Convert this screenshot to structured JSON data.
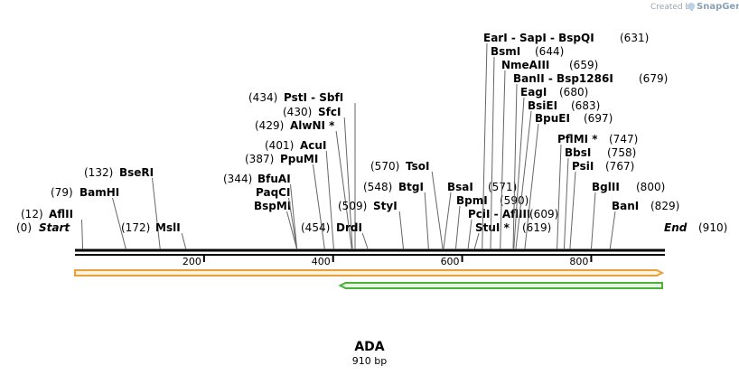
{
  "watermark": {
    "prefix": "Created by",
    "brand": "SnapGene"
  },
  "map": {
    "name": "ADA",
    "length_label": "910 bp",
    "length": 910,
    "start_label": "Start",
    "end_label": "End",
    "start_pos": "(0)",
    "end_pos": "(910)",
    "ruler_ticks": [
      200,
      400,
      600,
      800
    ]
  },
  "sites": [
    {
      "name": "AflII",
      "pos": 12,
      "pos_label": "(12)"
    },
    {
      "name": "BamHI",
      "pos": 79,
      "pos_label": "(79)"
    },
    {
      "name": "BseRI",
      "pos": 132,
      "pos_label": "(132)"
    },
    {
      "name": "MslI",
      "pos": 172,
      "pos_label": "(172)"
    },
    {
      "name": "BspMI",
      "pos": 344
    },
    {
      "name": "PaqCI",
      "pos": 344
    },
    {
      "name": "BfuAI",
      "pos": 344,
      "pos_label": "(344)"
    },
    {
      "name": "PpuMI",
      "pos": 387,
      "pos_label": "(387)"
    },
    {
      "name": "AcuI",
      "pos": 401,
      "pos_label": "(401)"
    },
    {
      "name": "AlwNI *",
      "pos": 429,
      "pos_label": "(429)"
    },
    {
      "name": "SfcI",
      "pos": 430,
      "pos_label": "(430)"
    },
    {
      "name": "PstI - SbfI",
      "pos": 434,
      "pos_label": "(434)"
    },
    {
      "name": "DrdI",
      "pos": 454,
      "pos_label": "(454)"
    },
    {
      "name": "StyI",
      "pos": 509,
      "pos_label": "(509)"
    },
    {
      "name": "BtgI",
      "pos": 548,
      "pos_label": "(548)"
    },
    {
      "name": "TsoI",
      "pos": 570,
      "pos_label": "(570)"
    },
    {
      "name": "BsaI",
      "pos": 571,
      "pos_label": "(571)"
    },
    {
      "name": "BpmI",
      "pos": 590,
      "pos_label": "(590)"
    },
    {
      "name": "PciI - AflIII",
      "pos": 609,
      "pos_label": "(609)"
    },
    {
      "name": "StuI *",
      "pos": 619,
      "pos_label": "(619)"
    },
    {
      "name": "EarI - SapI - BspQI",
      "pos": 631,
      "pos_label": "(631)"
    },
    {
      "name": "BsmI",
      "pos": 644,
      "pos_label": "(644)"
    },
    {
      "name": "NmeAIII",
      "pos": 659,
      "pos_label": "(659)"
    },
    {
      "name": "BanII - Bsp1286I",
      "pos": 679,
      "pos_label": "(679)"
    },
    {
      "name": "EagI",
      "pos": 680,
      "pos_label": "(680)"
    },
    {
      "name": "BsiEI",
      "pos": 683,
      "pos_label": "(683)"
    },
    {
      "name": "BpuEI",
      "pos": 697,
      "pos_label": "(697)"
    },
    {
      "name": "PflMI *",
      "pos": 747,
      "pos_label": "(747)"
    },
    {
      "name": "BbsI",
      "pos": 758,
      "pos_label": "(758)"
    },
    {
      "name": "PsiI",
      "pos": 767,
      "pos_label": "(767)"
    },
    {
      "name": "BglII",
      "pos": 800,
      "pos_label": "(800)"
    },
    {
      "name": "BanI",
      "pos": 829,
      "pos_label": "(829)"
    }
  ],
  "features": [
    {
      "from": 0,
      "to": 910,
      "direction": "forward",
      "color": "#e8a13a",
      "fill": "#fdf3da"
    },
    {
      "from": 411,
      "to": 910,
      "direction": "reverse",
      "color": "#4caf3e",
      "fill": "#e6f5e0"
    }
  ],
  "colors": {
    "backbone": "#000000",
    "leader": "#666666"
  }
}
